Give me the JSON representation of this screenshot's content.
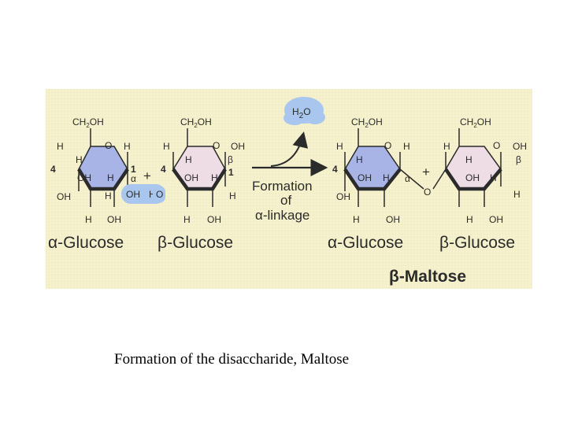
{
  "colors": {
    "background_panel": "#f6f2cf",
    "alpha_ring": "#a9b4e6",
    "beta_ring": "#efdde6",
    "water_bubble": "#a9c6ee",
    "bond": "#2b2b2b"
  },
  "caption": "Formation of the disaccharide, Maltose",
  "labels": {
    "water": "H2O",
    "water_base": "H",
    "water_sub": "2",
    "water_tail": "O",
    "alpha_glucose_1": "α-Glucose",
    "beta_glucose_1": "β-Glucose",
    "alpha_glucose_2": "α-Glucose",
    "beta_glucose_2": "β-Glucose",
    "maltose": "β-Maltose",
    "formation_line1": "Formation",
    "formation_line2": "of",
    "formation_line3": "α-linkage",
    "plus": "+",
    "ch2oh": "CH2OH",
    "ch2_base": "CH",
    "ch2_sub": "2",
    "ch2_tail": "OH",
    "h": "H",
    "o": "O",
    "oh": "OH",
    "ho": "HO",
    "alpha": "α",
    "beta": "β",
    "c1": "1",
    "c4": "4"
  }
}
